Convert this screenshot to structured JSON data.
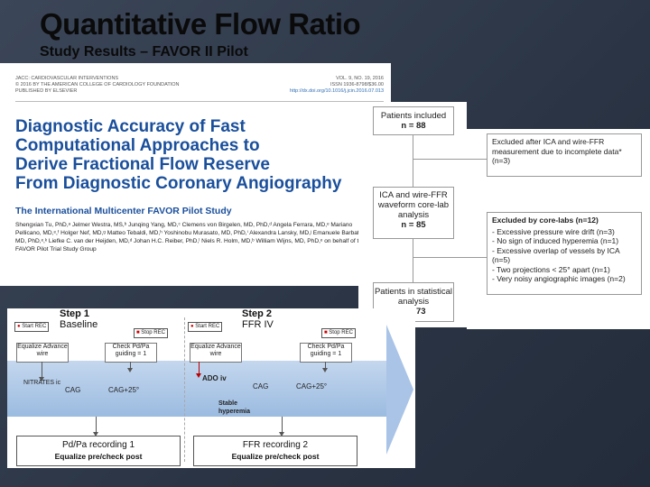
{
  "slide": {
    "title": "Quantitative Flow Ratio",
    "subtitle": "Study Results – FAVOR II Pilot"
  },
  "paper": {
    "journal_left_1": "JACC: CARDIOVASCULAR INTERVENTIONS",
    "journal_left_2": "© 2016 BY THE AMERICAN COLLEGE OF CARDIOLOGY FOUNDATION",
    "journal_left_3": "PUBLISHED BY ELSEVIER",
    "journal_right_1": "VOL. 9, NO. 19, 2016",
    "journal_right_2": "ISSN 1936-8798/$36.00",
    "journal_right_3": "http://dx.doi.org/10.1016/j.jcin.2016.07.013",
    "title_lines": [
      "Diagnostic Accuracy of Fast",
      "Computational Approaches to",
      "Derive Fractional Flow Reserve",
      "From Diagnostic Coronary Angiography"
    ],
    "study_name": "The International Multicenter FAVOR Pilot Study",
    "authors": "Shengxian Tu, PhD,ᵃ Jelmer Westra, MS,ᵇ Junqing Yang, MD,ᶜ Clemens von Birgelen, MD, PhD,ᵈ Angela Ferrara, MD,ᵉ Mariano Pellicano, MD,ᵉ,ᶠ Holger Nef, MD,ᵍ Matteo Tebaldi, MD,ʰ Yoshinobu Murasato, MD, PhD,ⁱ Alexandra Lansky, MD,ʲ Emanuele Barbato, MD, PhD,ᵉ,ᵏ Liefke C. van der Heijden, MD,ᵈ Johan H.C. Reiber, PhD,ˡ Niels R. Holm, MD,ᵇ William Wijns, MD, PhD,ᵉ on behalf of the FAVOR Pilot Trial Study Group"
  },
  "flowchart": {
    "patients_included": {
      "label": "Patients included",
      "n": "n = 88"
    },
    "excluded_1": "Excluded after ICA and wire-FFR measurement due to incomplete data* (n=3)",
    "core_lab": {
      "lines": [
        "ICA and wire-FFR",
        "waveform core-lab",
        "analysis"
      ],
      "n": "n = 85"
    },
    "excluded_2": {
      "header": "Excluded by core-labs (n=12)",
      "items": [
        "- Excessive pressure wire drift (n=3)",
        "- No sign of induced hyperemia (n=1)",
        "- Excessive overlap of vessels by ICA (n=5)",
        "- Two projections < 25° apart (n=1)",
        "- Very noisy angiographic images (n=2)"
      ]
    },
    "statistical": {
      "lines": [
        "Patients in statistical",
        "analysis"
      ],
      "n": "n = 73"
    }
  },
  "protocol": {
    "step1": {
      "title": "Step 1",
      "sub": "Baseline"
    },
    "step2": {
      "title": "Step 2",
      "sub": "FFR IV"
    },
    "start_rec": "Start REC",
    "stop_rec": "Stop REC",
    "equalize": "Equalize Advance wire",
    "check": "Check Pd/Pa guiding = 1",
    "nitrates": "NITRATES ic",
    "ado": "ADO iv",
    "cag": "CAG",
    "cag25": "CAG+25°",
    "stable": "Stable hyperemia",
    "rec1": {
      "title": "Pd/Pa recording 1",
      "sub": "Equalize pre/check post"
    },
    "rec2": {
      "title": "FFR recording 2",
      "sub": "Equalize pre/check post"
    }
  }
}
